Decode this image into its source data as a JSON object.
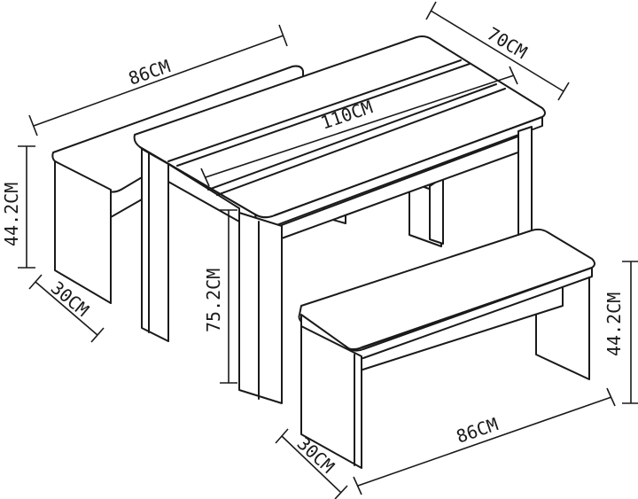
{
  "dimensions": {
    "back_bench_length": "86CM",
    "table_depth": "70CM",
    "table_length": "110CM",
    "back_bench_height": "44.2CM",
    "back_bench_depth": "30CM",
    "table_height": "75.2CM",
    "front_bench_height": "44.2CM",
    "front_bench_length": "86CM",
    "front_bench_depth": "30CM"
  }
}
